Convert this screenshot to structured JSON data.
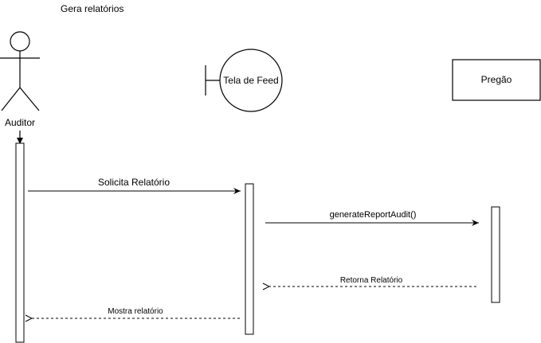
{
  "diagram": {
    "title": "Gera relatórios",
    "actor": {
      "label": "Auditor"
    },
    "boundary": {
      "label": "Tela de Feed"
    },
    "entity": {
      "label": "Pregão"
    },
    "messages": [
      {
        "label": "Solicita Relatório",
        "kind": "sync"
      },
      {
        "label": "generateReportAudit()",
        "kind": "sync"
      },
      {
        "label": "Retorna Relatório",
        "kind": "return"
      },
      {
        "label": "Mostra relatório",
        "kind": "return"
      }
    ]
  },
  "colors": {
    "stroke": "#000000",
    "fill": "#ffffff"
  }
}
